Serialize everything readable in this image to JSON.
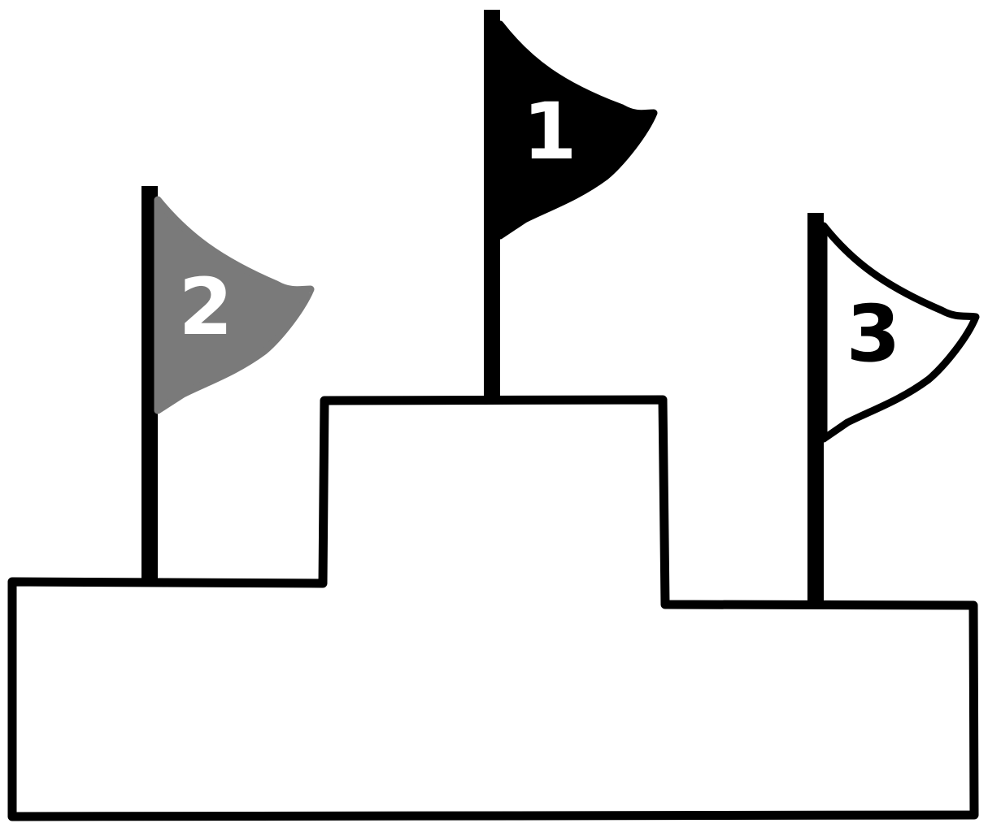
{
  "places": [
    {
      "rank": "1",
      "label": "1",
      "flag_color": "#000000",
      "label_color": "#ffffff",
      "outline_color": "#000000"
    },
    {
      "rank": "2",
      "label": "2",
      "flag_color": "#7a7a7a",
      "label_color": "#ffffff",
      "outline_color": "#7a7a7a"
    },
    {
      "rank": "3",
      "label": "3",
      "flag_color": "#ffffff",
      "label_color": "#000000",
      "outline_color": "#000000"
    }
  ],
  "colors": {
    "outline": "#000000",
    "background": "#ffffff"
  }
}
